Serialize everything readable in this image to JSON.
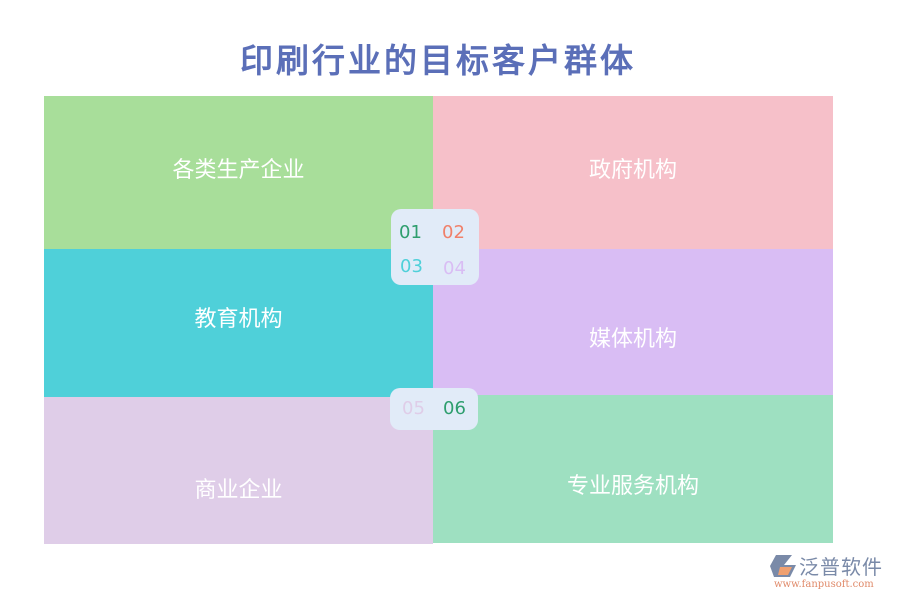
{
  "title": "印刷行业的目标客户群体",
  "cells": [
    {
      "label": "各类生产企业",
      "color": "#a8de9a"
    },
    {
      "label": "政府机构",
      "color": "#f6c0c9"
    },
    {
      "label": "教育机构",
      "color": "#4fd0d9"
    },
    {
      "label": "媒体机构",
      "color": "#d9bdf4"
    },
    {
      "label": "商业企业",
      "color": "#dfcde8"
    },
    {
      "label": "专业服务机构",
      "color": "#9ee0c1"
    }
  ],
  "numbers": [
    {
      "text": "01",
      "color": "#2e9e6e"
    },
    {
      "text": "02",
      "color": "#f0806a"
    },
    {
      "text": "03",
      "color": "#4fd0d9"
    },
    {
      "text": "04",
      "color": "#d9bdf4"
    },
    {
      "text": "05",
      "color": "#dfcde8"
    },
    {
      "text": "06",
      "color": "#2e9e6e"
    }
  ],
  "logo": {
    "name": "泛普软件",
    "url": "www.fanpusoft.com"
  }
}
